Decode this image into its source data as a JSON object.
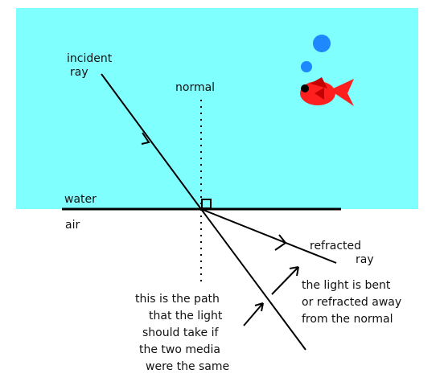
{
  "colors": {
    "water": "#80FFFF",
    "air": "#FFFFFF",
    "line": "#000000",
    "bubble": "#1E88FF",
    "fish_body": "#FF1F1F",
    "fish_dark": "#C40000",
    "fish_eye": "#000000"
  },
  "labels": {
    "incident_line1": "incident",
    "incident_line2": "ray",
    "normal": "normal",
    "water": "water",
    "air": "air",
    "refracted_line1": "refracted",
    "refracted_line2": "ray",
    "bent_line1": "the light is bent",
    "bent_line2": "or refracted away",
    "bent_line3": "from the normal",
    "path_line1": "this is the path",
    "path_line2": "that the light",
    "path_line3": "should take if",
    "path_line4": "the two media",
    "path_line5": "were the same"
  },
  "icons": {
    "fish": "fish-icon",
    "bubbles": "bubble-icon"
  }
}
